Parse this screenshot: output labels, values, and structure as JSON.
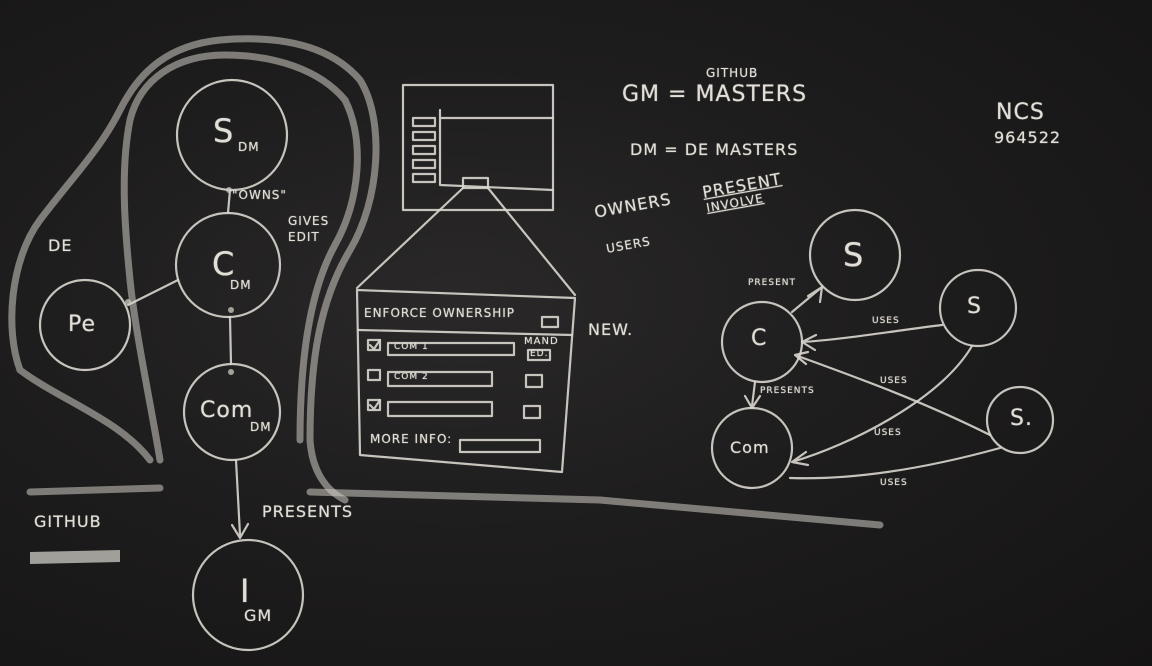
{
  "left_diagram": {
    "node_s": {
      "main": "S",
      "sub": "DM"
    },
    "node_c": {
      "main": "C",
      "sub": "DM"
    },
    "node_pe": {
      "main": "Pe"
    },
    "node_com": {
      "main": "Com",
      "sub": "DM"
    },
    "node_i": {
      "main": "I",
      "sub": "GM"
    },
    "owns_label": "\"OWNS\"",
    "gives_edit_line1": "GIVES",
    "gives_edit_line2": "EDIT",
    "de_label": "DE",
    "github_label": "GITHUB",
    "presents_label": "PRESENTS"
  },
  "mockup": {
    "title": "ENFORCE OWNERSHIP",
    "new_label": "NEW.",
    "rows": [
      "COM 1",
      "COM 2",
      ""
    ],
    "mand_line1": "MAND",
    "mand_line2": "ED.",
    "more_info": "MORE INFO:"
  },
  "definitions": {
    "github_word": "GITHUB",
    "gm_line": "GM = MASTERS",
    "dm_line": "DM = DE MASTERS",
    "owners_word": "OWNERS",
    "present_word": "PRESENT",
    "involve_word": "INVOLVE",
    "users_word": "USERS"
  },
  "ncs": {
    "line1": "NCS",
    "line2": "964522"
  },
  "right_diagram": {
    "node_s_top": "S",
    "node_s_mid": "S",
    "node_s_bottom": "S.",
    "node_c": "C",
    "node_com": "Com",
    "present_top": "PRESENT",
    "present_mid": "PRESENTS",
    "uses_1": "USES",
    "uses_2": "USES",
    "uses_3": "USES",
    "uses_4": "USES"
  }
}
